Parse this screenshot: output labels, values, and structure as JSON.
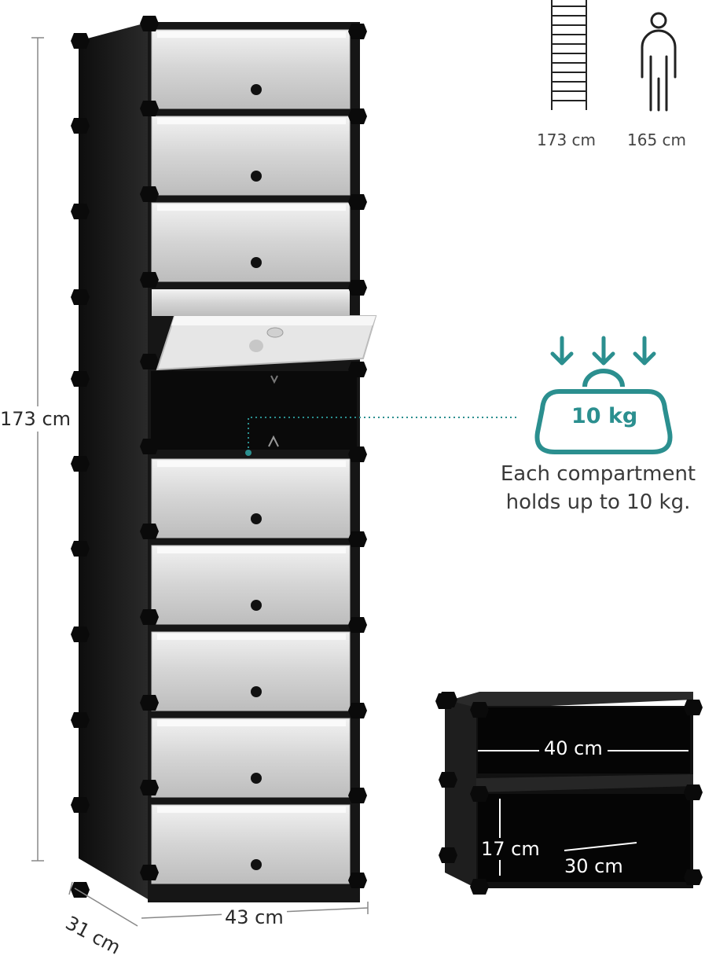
{
  "dimensions": {
    "height": "173 cm",
    "depth": "31 cm",
    "width": "43 cm"
  },
  "comparison": {
    "ladder_label": "173 cm",
    "person_label": "165 cm"
  },
  "load": {
    "weight": "10 kg",
    "caption_line1": "Each compartment",
    "caption_line2": "holds up to 10 kg."
  },
  "compartment": {
    "inner_width": "40 cm",
    "inner_height": "17 cm",
    "inner_depth": "30 cm"
  },
  "colors": {
    "accent": "#2b8f8f",
    "frame": "#1a1a1a",
    "door": "#d9d9d9"
  },
  "icons": [
    "ladder-icon",
    "person-icon",
    "weight-icon",
    "arrow-down-icon"
  ]
}
